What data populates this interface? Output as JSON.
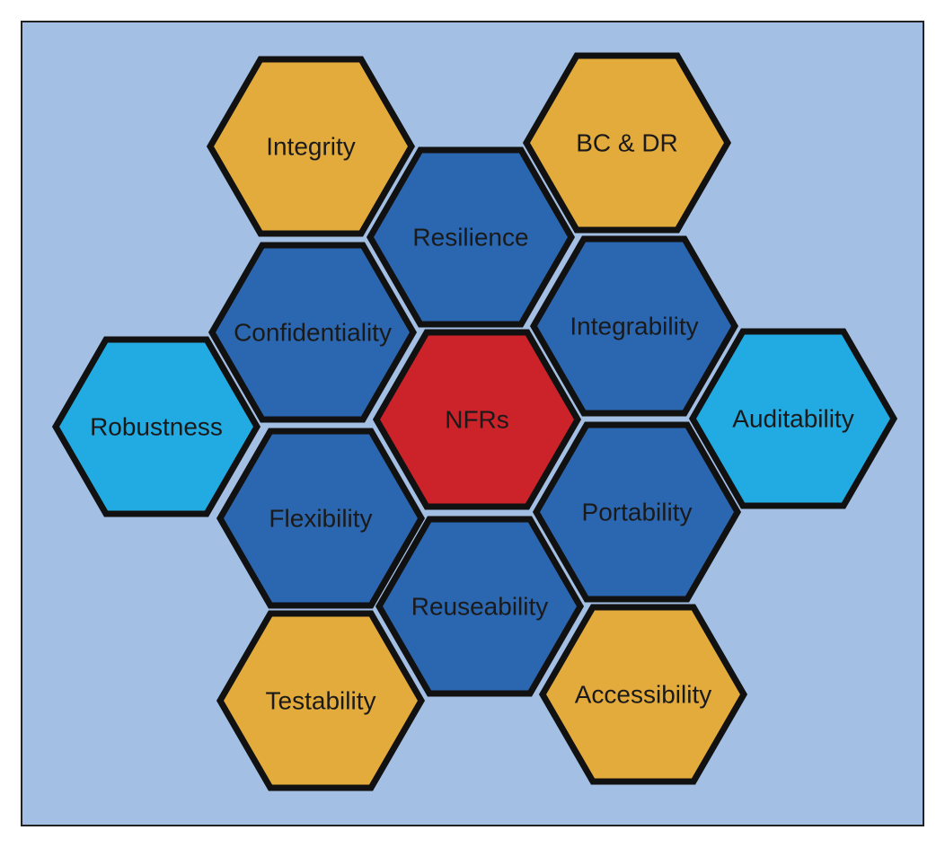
{
  "colors": {
    "background": "#a3bfe4",
    "frame_border": "#222222",
    "hex_stroke": "#111111",
    "center": "#cc2229",
    "dark_blue": "#2b67b1",
    "light_blue": "#22abe3",
    "gold": "#e3ab3c"
  },
  "hexagons": [
    {
      "id": "nfrs",
      "label": "NFRs",
      "color": "center"
    },
    {
      "id": "resilience",
      "label": "Resilience",
      "color": "dark_blue"
    },
    {
      "id": "integrability",
      "label": "Integrability",
      "color": "dark_blue"
    },
    {
      "id": "portability",
      "label": "Portability",
      "color": "dark_blue"
    },
    {
      "id": "reuseability",
      "label": "Reuseability",
      "color": "dark_blue"
    },
    {
      "id": "flexibility",
      "label": "Flexibility",
      "color": "dark_blue"
    },
    {
      "id": "confidentiality",
      "label": "Confidentiality",
      "color": "dark_blue"
    },
    {
      "id": "integrity",
      "label": "Integrity",
      "color": "gold"
    },
    {
      "id": "bc-dr",
      "label": "BC & DR",
      "color": "gold"
    },
    {
      "id": "auditability",
      "label": "Auditability",
      "color": "light_blue"
    },
    {
      "id": "accessibility",
      "label": "Accessibility",
      "color": "gold"
    },
    {
      "id": "testability",
      "label": "Testability",
      "color": "gold"
    },
    {
      "id": "robustness",
      "label": "Robustness",
      "color": "light_blue"
    }
  ]
}
